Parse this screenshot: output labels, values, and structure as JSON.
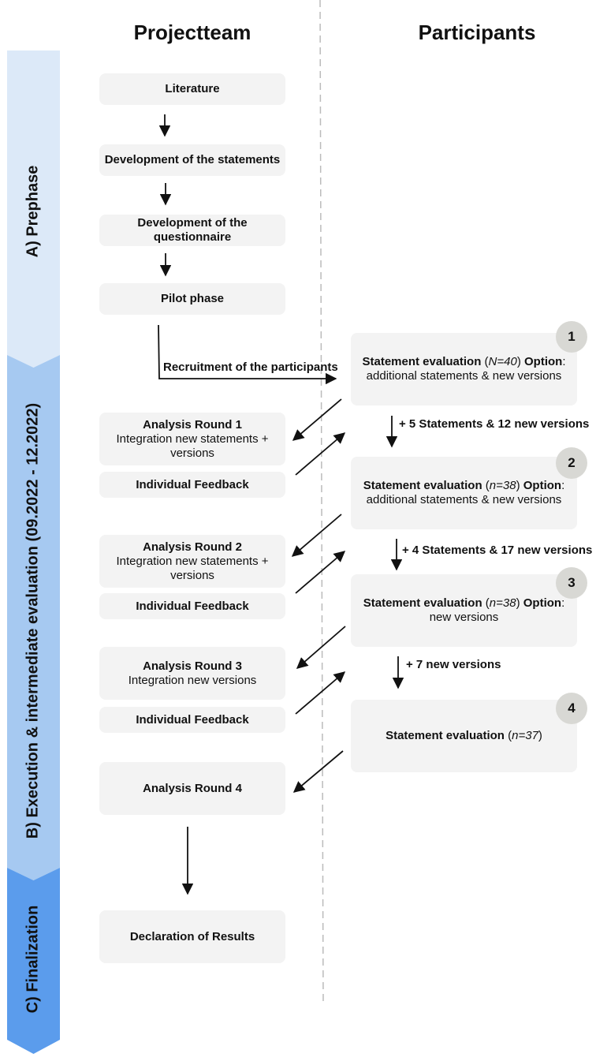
{
  "columns": {
    "left": "Projectteam",
    "right": "Participants"
  },
  "colors": {
    "phase_a": "#dce9f8",
    "phase_b": "#a6c9f1",
    "phase_c": "#5b9cec",
    "box": "#f3f3f3",
    "badge": "#d8d8d4"
  },
  "phases": {
    "a": "A) Prephase",
    "b": "B) Execution & intermediate evaluation (09.2022 - 12.2022)",
    "c": "C) Finalization"
  },
  "team": {
    "literature": "Literature",
    "dev_statements": "Development of the statements",
    "dev_questionnaire": "Development of the questionnaire",
    "pilot": "Pilot phase",
    "recruitment": "Recruitment of the participants",
    "round1_title": "Analysis Round 1",
    "round1_sub": "Integration new statements + versions",
    "round2_title": "Analysis Round 2",
    "round2_sub": "Integration new statements + versions",
    "round3_title": "Analysis Round 3",
    "round3_sub": "Integration new versions",
    "round4_title": "Analysis Round 4",
    "feedback": "Individual Feedback",
    "results": "Declaration of Results"
  },
  "participants": {
    "eval_label": "Statement evaluation",
    "option_label": "Option",
    "additional": "additional statements & new versions",
    "new_versions": "new versions",
    "n1": "N=40",
    "n2": "n=38",
    "n3": "n=38",
    "n4": "n=37",
    "badges": [
      "1",
      "2",
      "3",
      "4"
    ],
    "delta1": "+ 5 Statements & 12 new versions",
    "delta2": "+ 4 Statements & 17 new versions",
    "delta3": "+ 7 new versions"
  },
  "punct": {
    "open": "(",
    "close": ")",
    "colon": ":"
  }
}
